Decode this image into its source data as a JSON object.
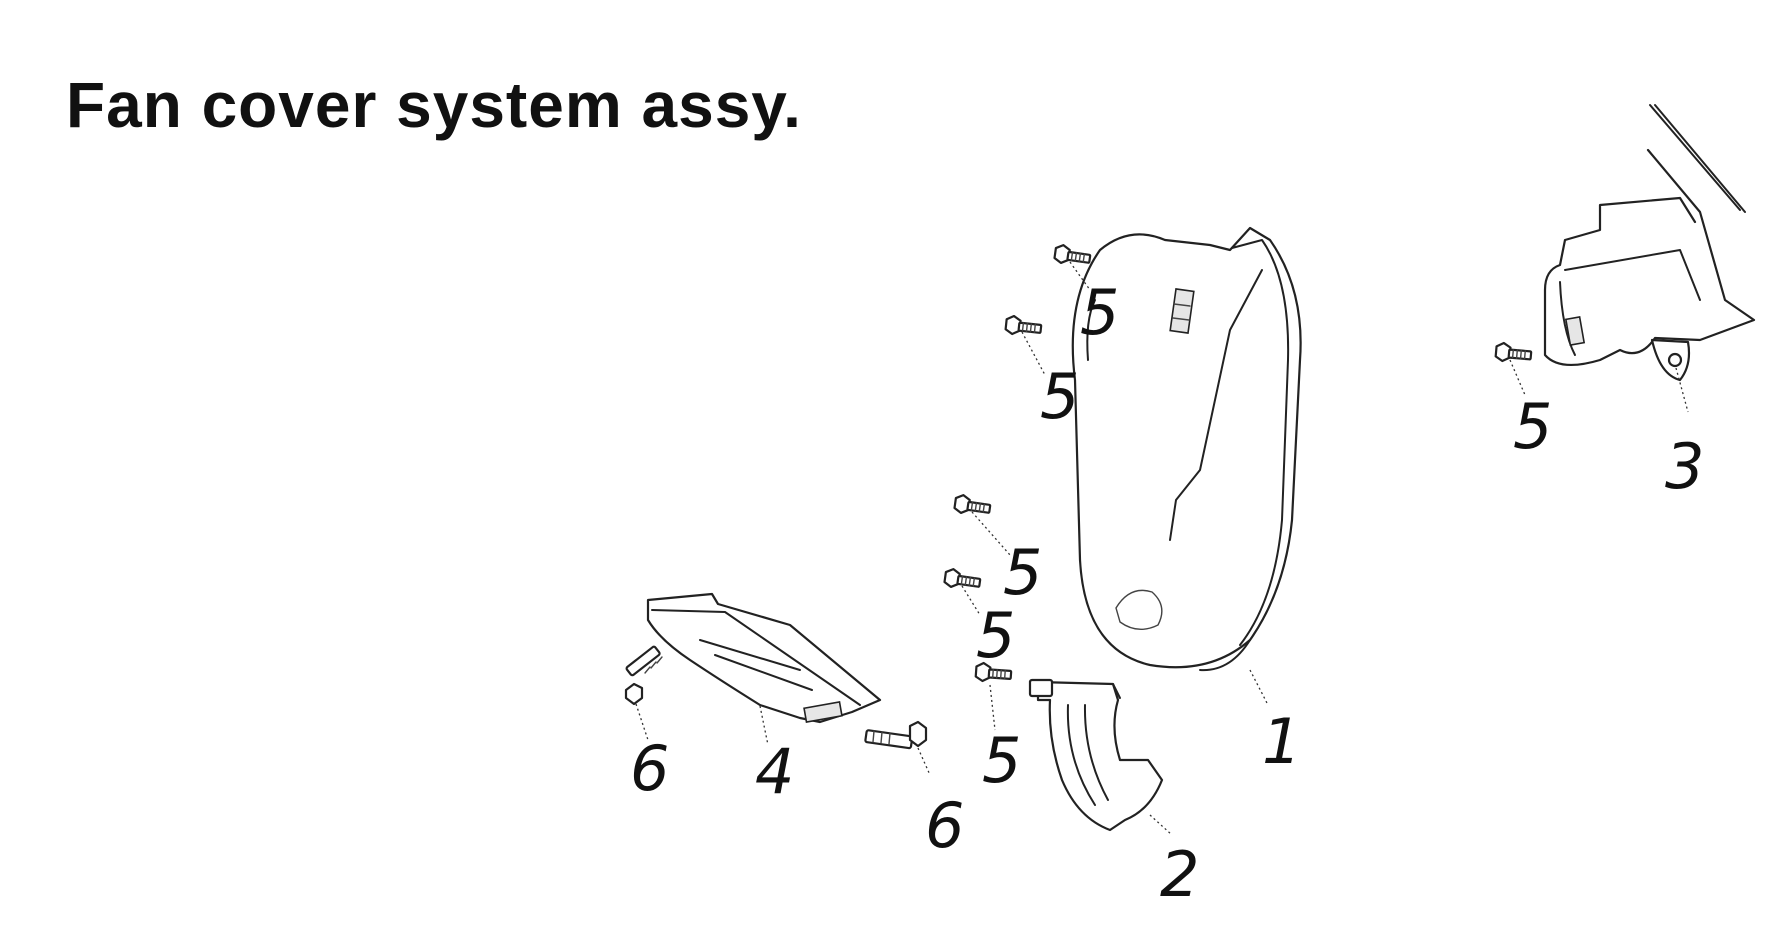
{
  "title": "Fan cover system assy.",
  "callouts": {
    "part_1": "1",
    "part_2": "2",
    "part_3": "3",
    "part_4": "4",
    "part_5": "5",
    "part_6": "6"
  },
  "colors": {
    "ink": "#111111",
    "background": "#ffffff"
  }
}
